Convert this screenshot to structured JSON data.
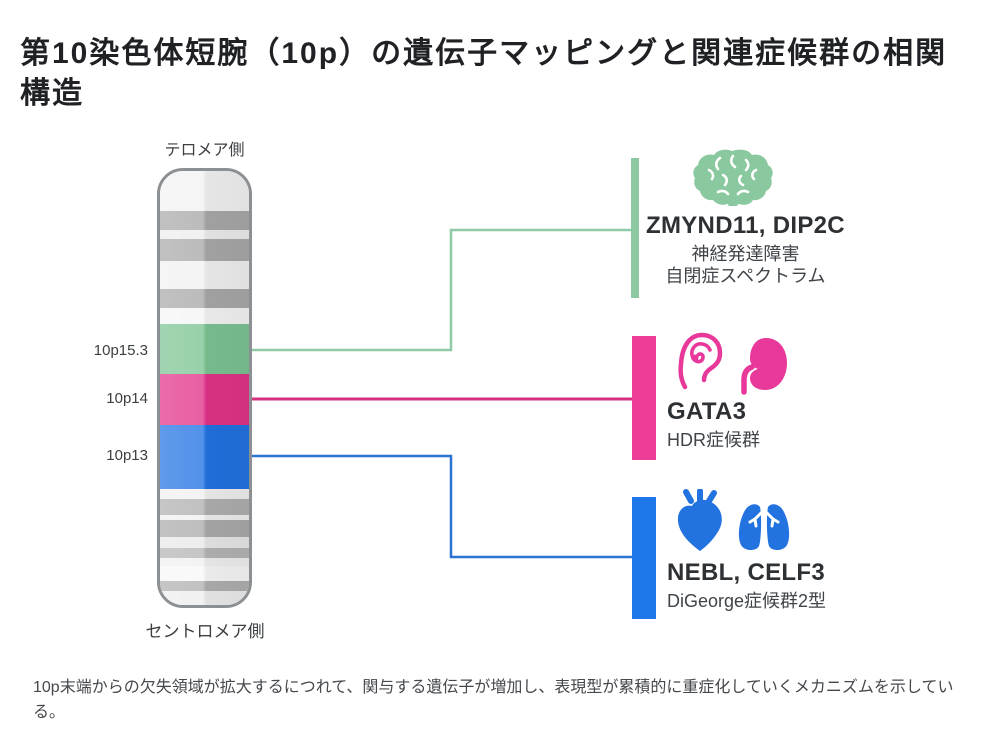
{
  "title": "第10染色体短腕（10p）の遺伝子マッピングと関連症候群の相関構造",
  "caption": "10p末端からの欠失領域が拡大するにつれて、関与する遺伝子が増加し、表現型が累積的に重症化していくメカニズムを示している。",
  "colors": {
    "green_band": "#7cc494",
    "green_line": "#8fc9a5",
    "green_bar": "#8cc8a2",
    "green_icon": "#8ac9a0",
    "pink_band": "#e23389",
    "pink_line": "#d6317f",
    "pink_bar": "#ee3d96",
    "pink_icon": "#e8399b",
    "blue_band": "#2273e3",
    "blue_line": "#2b72d2",
    "blue_bar": "#1f76e8",
    "blue_icon": "#2272e0",
    "icon_detail": "#ffffff"
  },
  "chromosome": {
    "top_label": "テロメア側",
    "bottom_label": "セントロメア側",
    "band_labels": [
      {
        "text": "10p15.3"
      },
      {
        "text": "10p14"
      },
      {
        "text": "10p13"
      }
    ],
    "bands": [
      {
        "color": "#f2f2f2",
        "h": 40
      },
      {
        "color": "#a9a9a9",
        "h": 20
      },
      {
        "color": "#ededed",
        "h": 9
      },
      {
        "color": "#a9a9a9",
        "h": 22
      },
      {
        "color": "#f1f1f1",
        "h": 28
      },
      {
        "color": "#a9a9a9",
        "h": 20
      },
      {
        "color": "#f5f5f5",
        "h": 16
      },
      {
        "color": "#7cc494",
        "h": 50,
        "label": "10p15.3"
      },
      {
        "color": "#e23389",
        "h": 52,
        "label": "10p14"
      },
      {
        "color": "#2273e3",
        "h": 65,
        "label": "10p13"
      },
      {
        "color": "#f0f0f0",
        "h": 10
      },
      {
        "color": "#b0b0b0",
        "h": 16
      },
      {
        "color": "#f0f0f0",
        "h": 5
      },
      {
        "color": "#ababab",
        "h": 17
      },
      {
        "color": "#e8e8e8",
        "h": 11
      },
      {
        "color": "#b5b5b5",
        "h": 10
      },
      {
        "color": "#f0f0f0",
        "h": 9
      },
      {
        "color": "#f7f7f7",
        "h": 15
      },
      {
        "color": "#b0b0b0",
        "h": 10
      },
      {
        "color": "#ededed",
        "h": 14
      }
    ]
  },
  "groups": [
    {
      "band": "10p15.3",
      "genes": "ZMYND11, DIP2C",
      "conditions": [
        "神経発達障害",
        "自閉症スペクトラム"
      ],
      "icons": [
        "brain-icon"
      ]
    },
    {
      "band": "10p14",
      "genes": "GATA3",
      "conditions": [
        "HDR症候群"
      ],
      "icons": [
        "ear-icon",
        "kidney-icon"
      ]
    },
    {
      "band": "10p13",
      "genes": "NEBL, CELF3",
      "conditions": [
        "DiGeorge症候群2型"
      ],
      "icons": [
        "heart-icon",
        "lungs-icon"
      ]
    }
  ]
}
